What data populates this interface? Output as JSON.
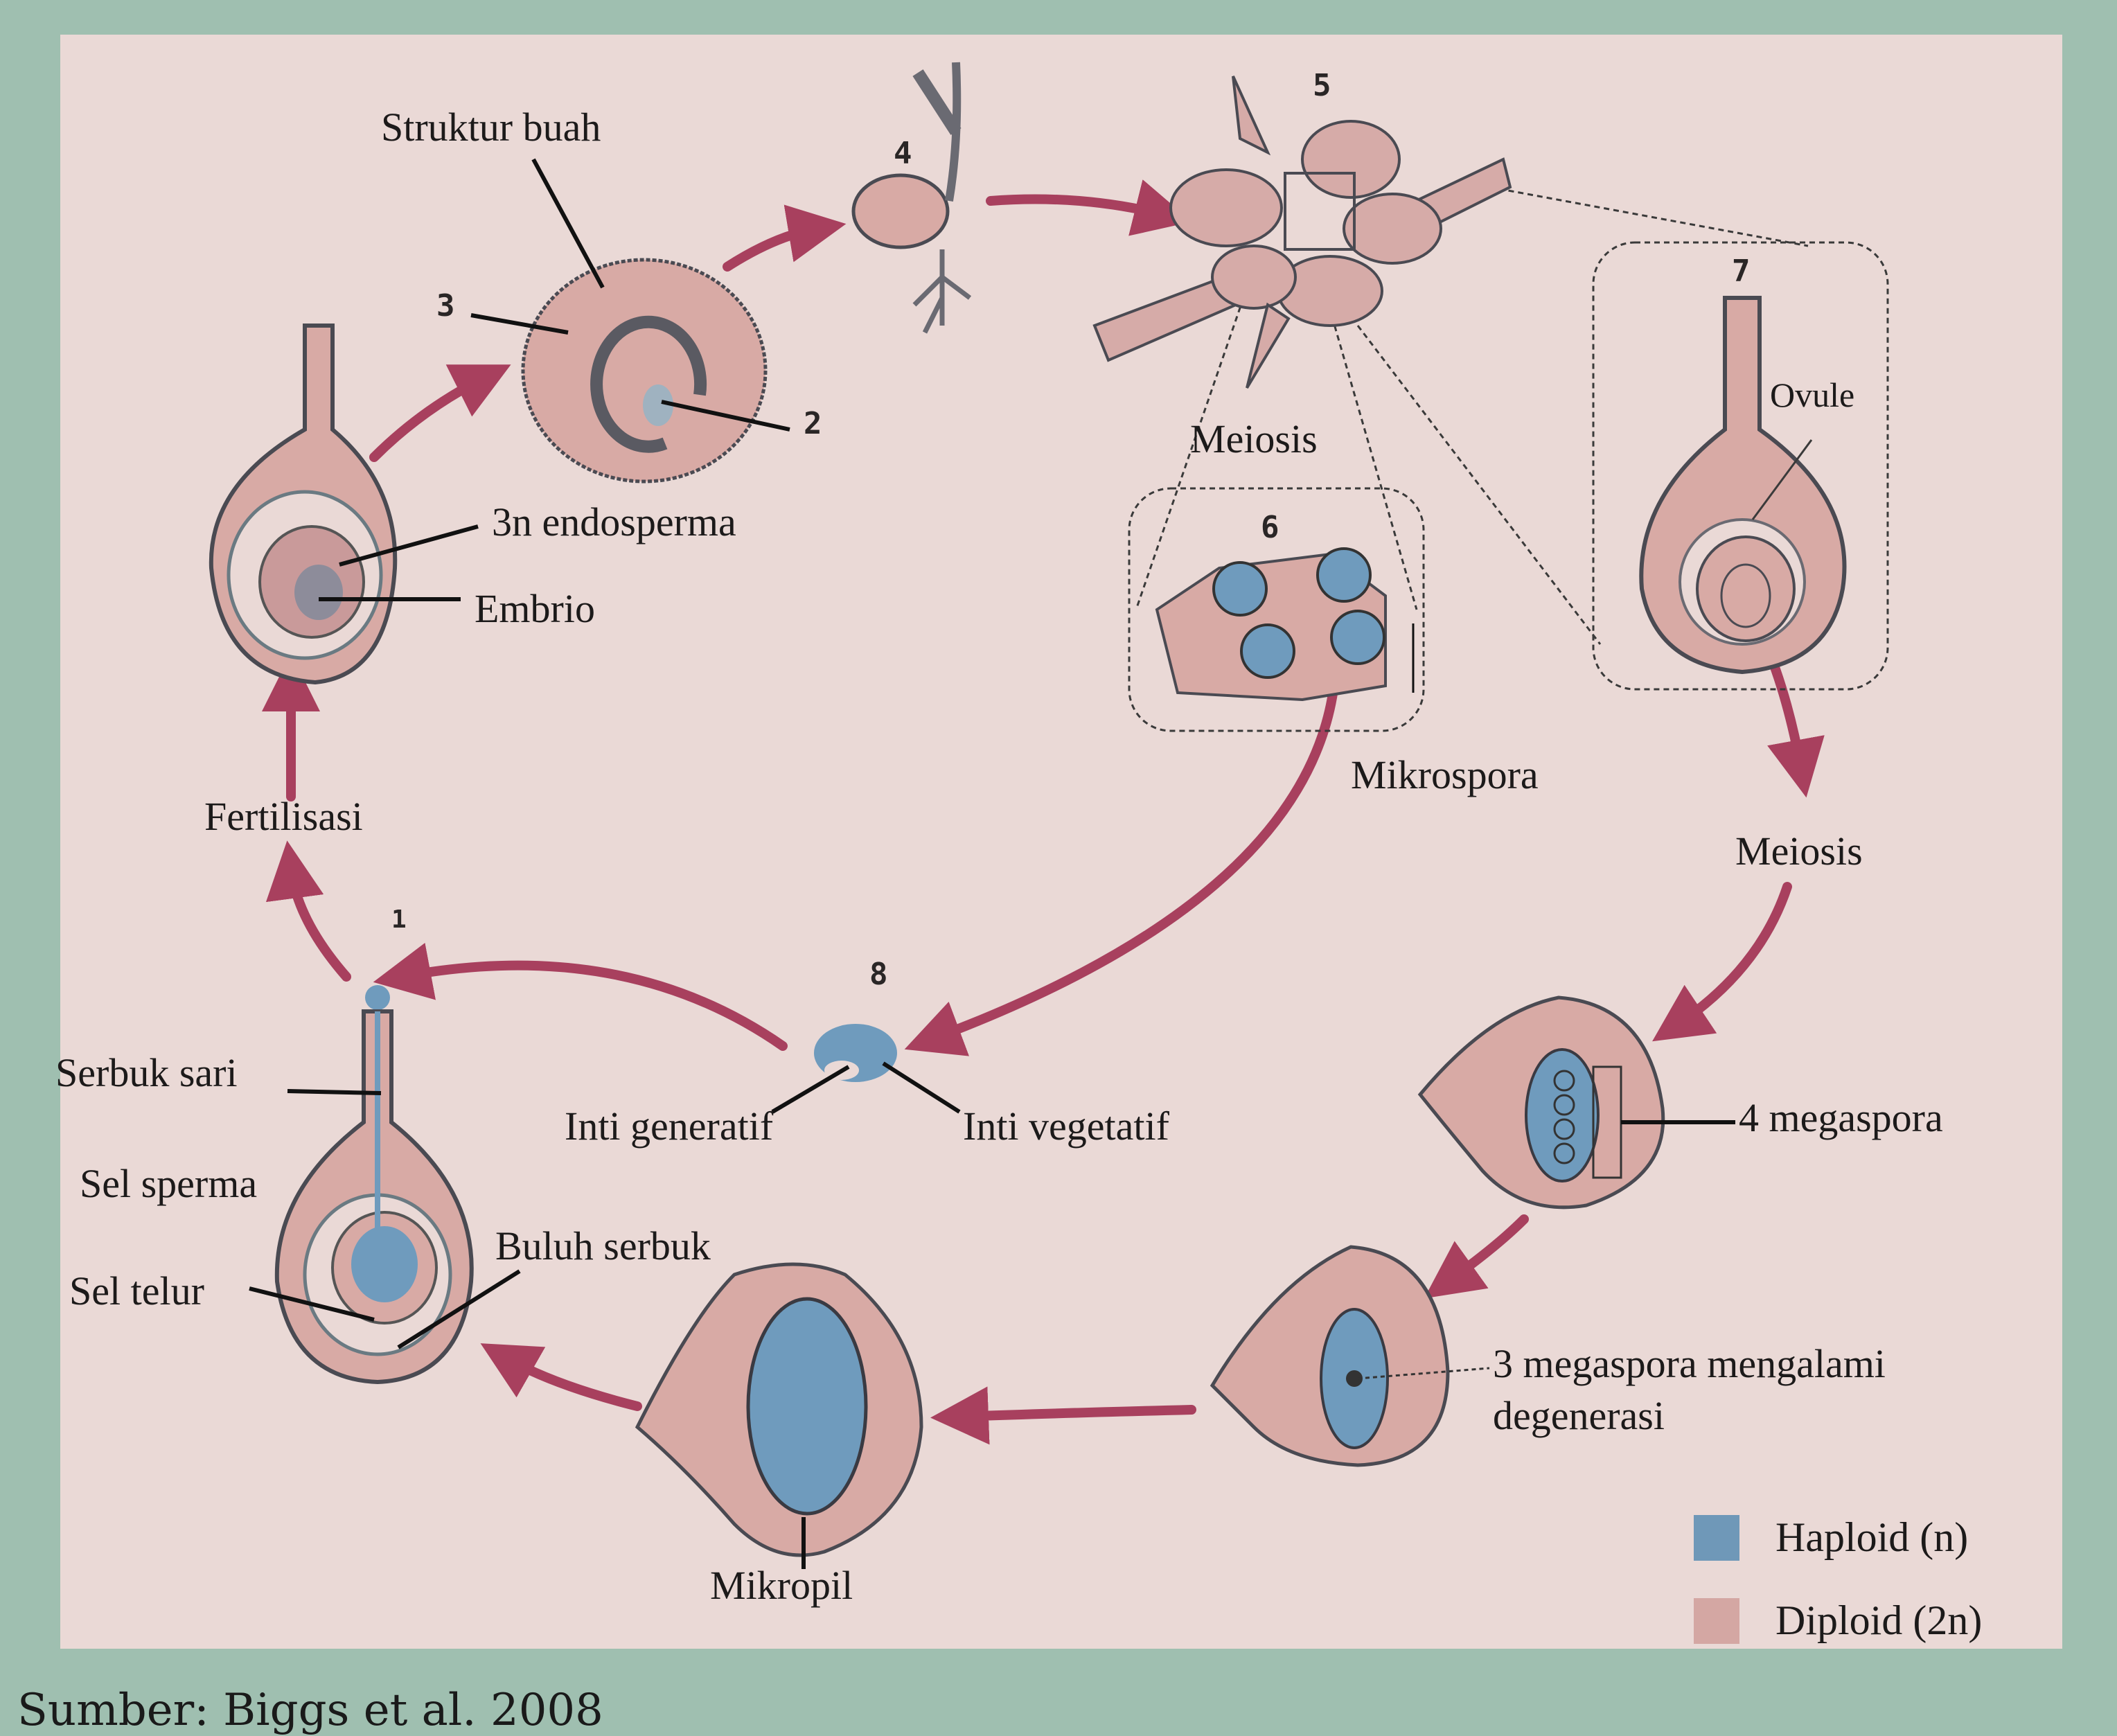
{
  "labels": {
    "struktur_buah": "Struktur buah",
    "endosperma": "3n endosperma",
    "embrio": "Embrio",
    "fertilisasi": "Fertilisasi",
    "meiosis_top": "Meiosis",
    "mikrospora": "Mikrospora",
    "ovule": "Ovule",
    "meiosis_right": "Meiosis",
    "serbuk_sari": "Serbuk sari",
    "sel_sperma": "Sel sperma",
    "sel_telur": "Sel telur",
    "buluh_serbuk": "Buluh serbuk",
    "inti_generatif": "Inti generatif",
    "inti_vegetatif": "Inti vegetatif",
    "empat_megaspora": "4 megaspora",
    "degenerasi_line1": "3 megaspora mengalami",
    "degenerasi_line2": "degenerasi",
    "mikropil": "Mikropil"
  },
  "stage_numbers": {
    "s1": "1",
    "s2": "2",
    "s3": "3",
    "s4": "4",
    "s5": "5",
    "s6": "6",
    "s7": "7",
    "s8": "8"
  },
  "legend": [
    {
      "label": "Haploid (n)",
      "color": "#6f98b8"
    },
    {
      "label": "Diploid (2n)",
      "color": "#d4a7a3"
    }
  ],
  "colors": {
    "arrow": "#a8405e",
    "diploid": "#d8aaa5",
    "haploid": "#6f9bbd",
    "outline": "#4a4a52"
  },
  "caption": "Sumber: Biggs et al. 2008"
}
